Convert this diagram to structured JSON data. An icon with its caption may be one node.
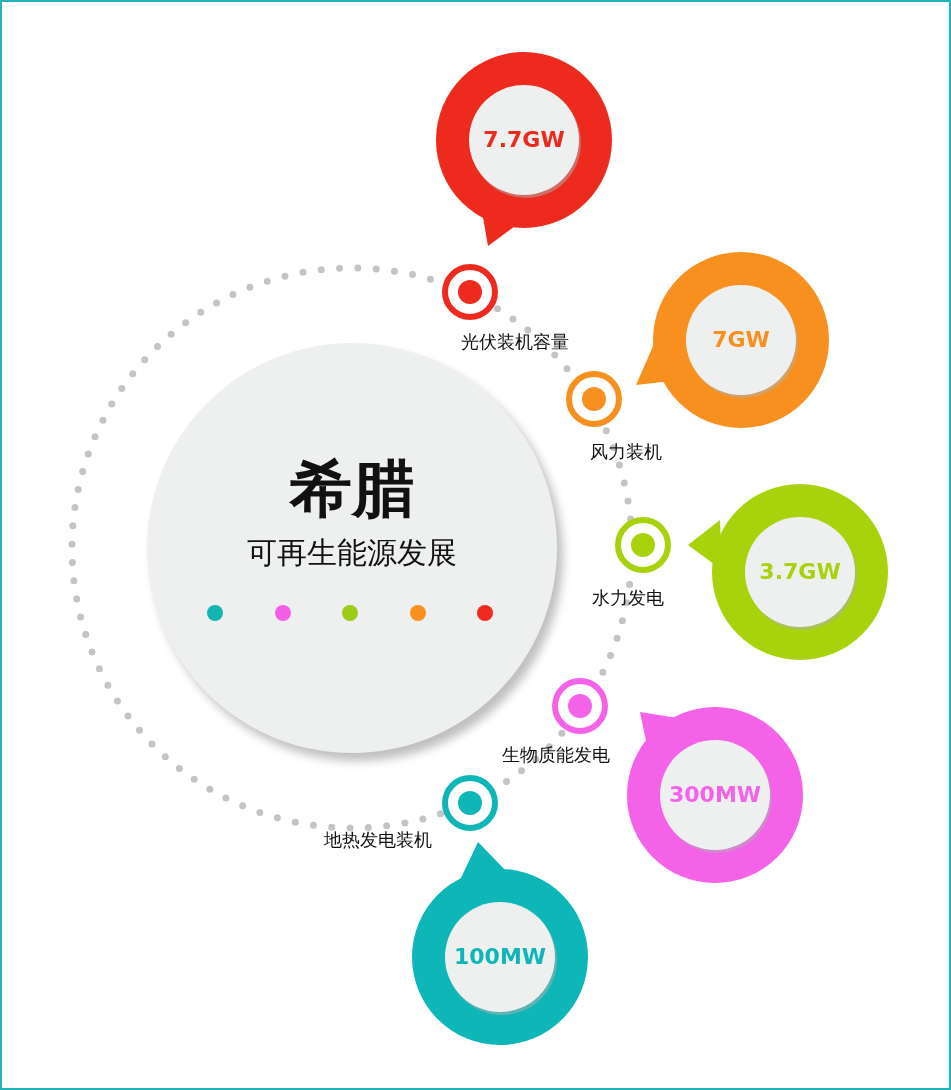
{
  "diagram": {
    "nodes": [
      {
        "text": [
          "希腊",
          "可再生能源发展"
        ]
      },
      {
        "text": [
          "7.7GW"
        ]
      },
      {
        "text": [
          "光伏装机容量"
        ]
      },
      {
        "text": [
          "7GW"
        ]
      },
      {
        "text": [
          "风力装机"
        ]
      },
      {
        "text": [
          "3.7GW"
        ]
      },
      {
        "text": [
          "水力发电"
        ]
      },
      {
        "text": [
          "生物质能发电"
        ]
      },
      {
        "text": [
          "300MW"
        ]
      },
      {
        "text": [
          "地热发电装机"
        ]
      },
      {
        "text": [
          "100MW"
        ]
      }
    ]
  }
}
